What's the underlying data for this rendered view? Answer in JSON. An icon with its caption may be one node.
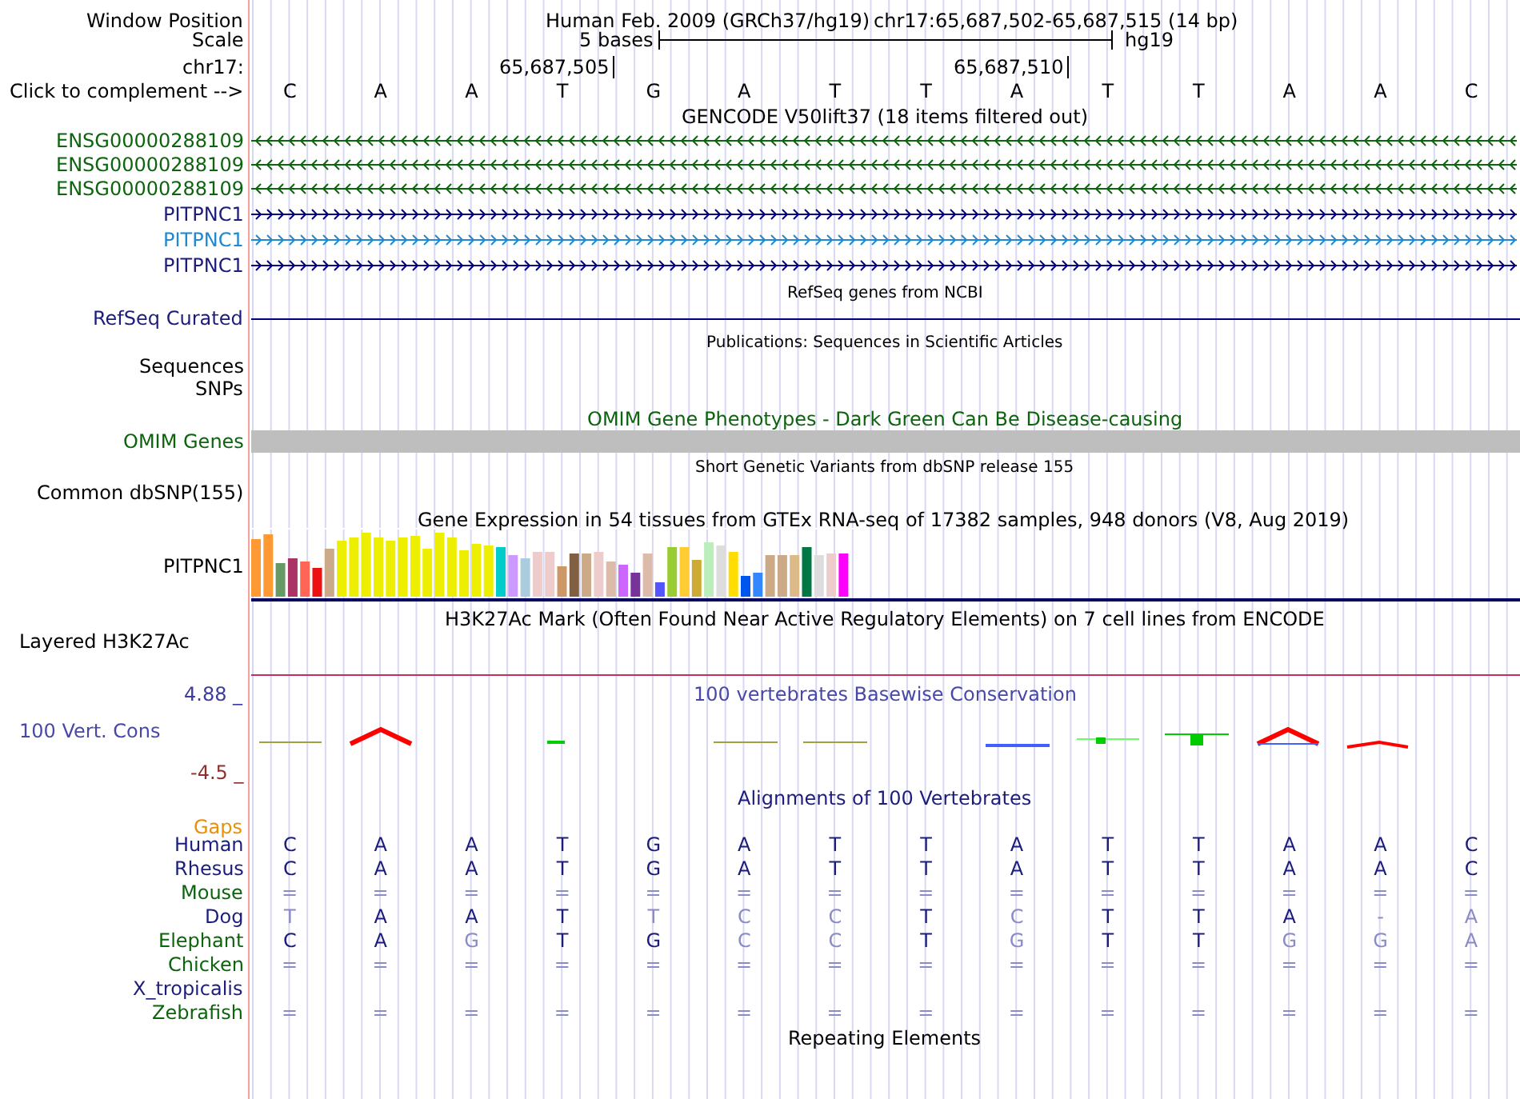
{
  "diagram": {
    "labels": [
      "Window Position",
      "Human Feb. 2009 (GRCh37/hg19)",
      "chr17:65,687,502-65,687,515 (14 bp)",
      "Scale",
      "5 bases",
      "hg19",
      "chr17:",
      "65,687,505",
      "65,687,510",
      "Click to complement -->",
      "C",
      "A",
      "A",
      "T",
      "G",
      "A",
      "T",
      "T",
      "A",
      "T",
      "T",
      "A",
      "A",
      "C",
      "GENCODE V50lift37 (18 items filtered out)",
      "ENSG00000288109",
      "ENSG00000288109",
      "ENSG00000288109",
      "PITPNC1",
      "PITPNC1",
      "PITPNC1",
      "RefSeq genes from NCBI",
      "RefSeq Curated",
      "Publications: Sequences in Scientific Articles",
      "Sequences",
      "SNPs",
      "OMIM Gene Phenotypes - Dark Green Can Be Disease-causing",
      "OMIM Genes",
      "Short Genetic Variants from dbSNP release 155",
      "Common dbSNP(155)",
      "Gene Expression in 54 tissues from GTEx RNA-seq of 17382 samples, 948 donors (V8, Aug 2019)",
      "PITPNC1",
      "H3K27Ac Mark (Often Found Near Active Regulatory Elements) on 7 cell lines from ENCODE",
      "Layered H3K27Ac",
      "4.88 _",
      "100 vertebrates Basewise Conservation",
      "100 Vert. Cons",
      "-4.5 _",
      "Alignments of 100 Vertebrates",
      "Gaps",
      "Human",
      "C",
      "A",
      "A",
      "T",
      "G",
      "A",
      "T",
      "T",
      "A",
      "T",
      "T",
      "A",
      "A",
      "C",
      "Rhesus",
      "C",
      "A",
      "A",
      "T",
      "G",
      "A",
      "T",
      "T",
      "A",
      "T",
      "T",
      "A",
      "A",
      "C",
      "Mouse",
      "=",
      "=",
      "=",
      "=",
      "=",
      "=",
      "=",
      "=",
      "=",
      "=",
      "=",
      "=",
      "=",
      "=",
      "Dog",
      "T",
      "A",
      "A",
      "T",
      "T",
      "C",
      "C",
      "T",
      "C",
      "T",
      "T",
      "A",
      "-",
      "A",
      "Elephant",
      "C",
      "A",
      "G",
      "T",
      "G",
      "C",
      "C",
      "T",
      "G",
      "T",
      "T",
      "G",
      "G",
      "A",
      "Chicken",
      "=",
      "=",
      "=",
      "=",
      "=",
      "=",
      "=",
      "=",
      "=",
      "=",
      "=",
      "=",
      "=",
      "=",
      "X_tropicalis",
      "Zebrafish",
      "=",
      "=",
      "=",
      "=",
      "=",
      "=",
      "=",
      "=",
      "=",
      "=",
      "=",
      "=",
      "=",
      "=",
      "Repeating Elements"
    ]
  }
}
